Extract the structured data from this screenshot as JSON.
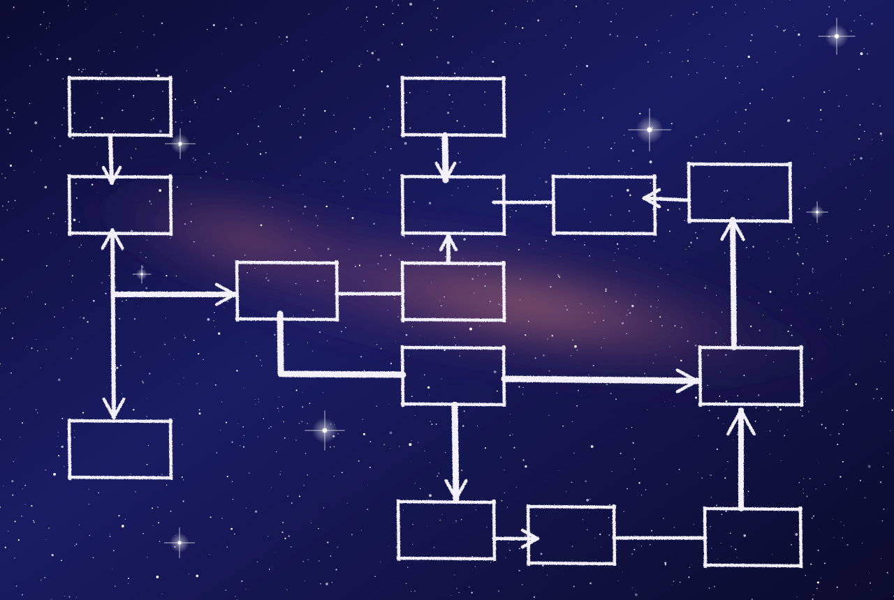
{
  "diagram": {
    "type": "flowchart",
    "style": "chalk-sketch",
    "background": "night-sky-milky-way",
    "colors": {
      "chalk": "#f3f1ff",
      "sky_dark": "#07082a",
      "sky_mid": "#1d1f6b",
      "milky_way": "#7c4a6e",
      "star": "#ffffff"
    },
    "nodes": [
      {
        "id": "n1",
        "label": ""
      },
      {
        "id": "n2",
        "label": ""
      },
      {
        "id": "n3",
        "label": ""
      },
      {
        "id": "n4",
        "label": ""
      },
      {
        "id": "n5",
        "label": ""
      },
      {
        "id": "n6",
        "label": ""
      },
      {
        "id": "n7",
        "label": ""
      },
      {
        "id": "n8",
        "label": ""
      },
      {
        "id": "n9",
        "label": ""
      },
      {
        "id": "n10",
        "label": ""
      },
      {
        "id": "n11",
        "label": ""
      },
      {
        "id": "n12",
        "label": ""
      },
      {
        "id": "n13",
        "label": ""
      },
      {
        "id": "n14",
        "label": ""
      }
    ],
    "edges": [
      {
        "from": "n1",
        "to": "n2",
        "arrow": true
      },
      {
        "from": "n2",
        "to": "n3",
        "arrow": true,
        "bidirectional": true
      },
      {
        "from": "n2",
        "to": "n4",
        "arrow": true
      },
      {
        "from": "n4",
        "to": "n6",
        "arrow": false
      },
      {
        "from": "n6",
        "to": "n7",
        "arrow": true
      },
      {
        "from": "n5",
        "to": "n7",
        "arrow": true
      },
      {
        "from": "n7",
        "to": "n8",
        "arrow": false
      },
      {
        "from": "n9",
        "to": "n8",
        "arrow": true
      },
      {
        "from": "n4",
        "to": "n10",
        "arrow": false
      },
      {
        "from": "n10",
        "to": "n11",
        "arrow": true
      },
      {
        "from": "n10",
        "to": "n12",
        "arrow": true
      },
      {
        "from": "n12",
        "to": "n13",
        "arrow": true
      },
      {
        "from": "n13",
        "to": "n14",
        "arrow": false
      },
      {
        "from": "n14",
        "to": "n11",
        "arrow": true
      },
      {
        "from": "n11",
        "to": "n9",
        "arrow": true
      }
    ]
  }
}
